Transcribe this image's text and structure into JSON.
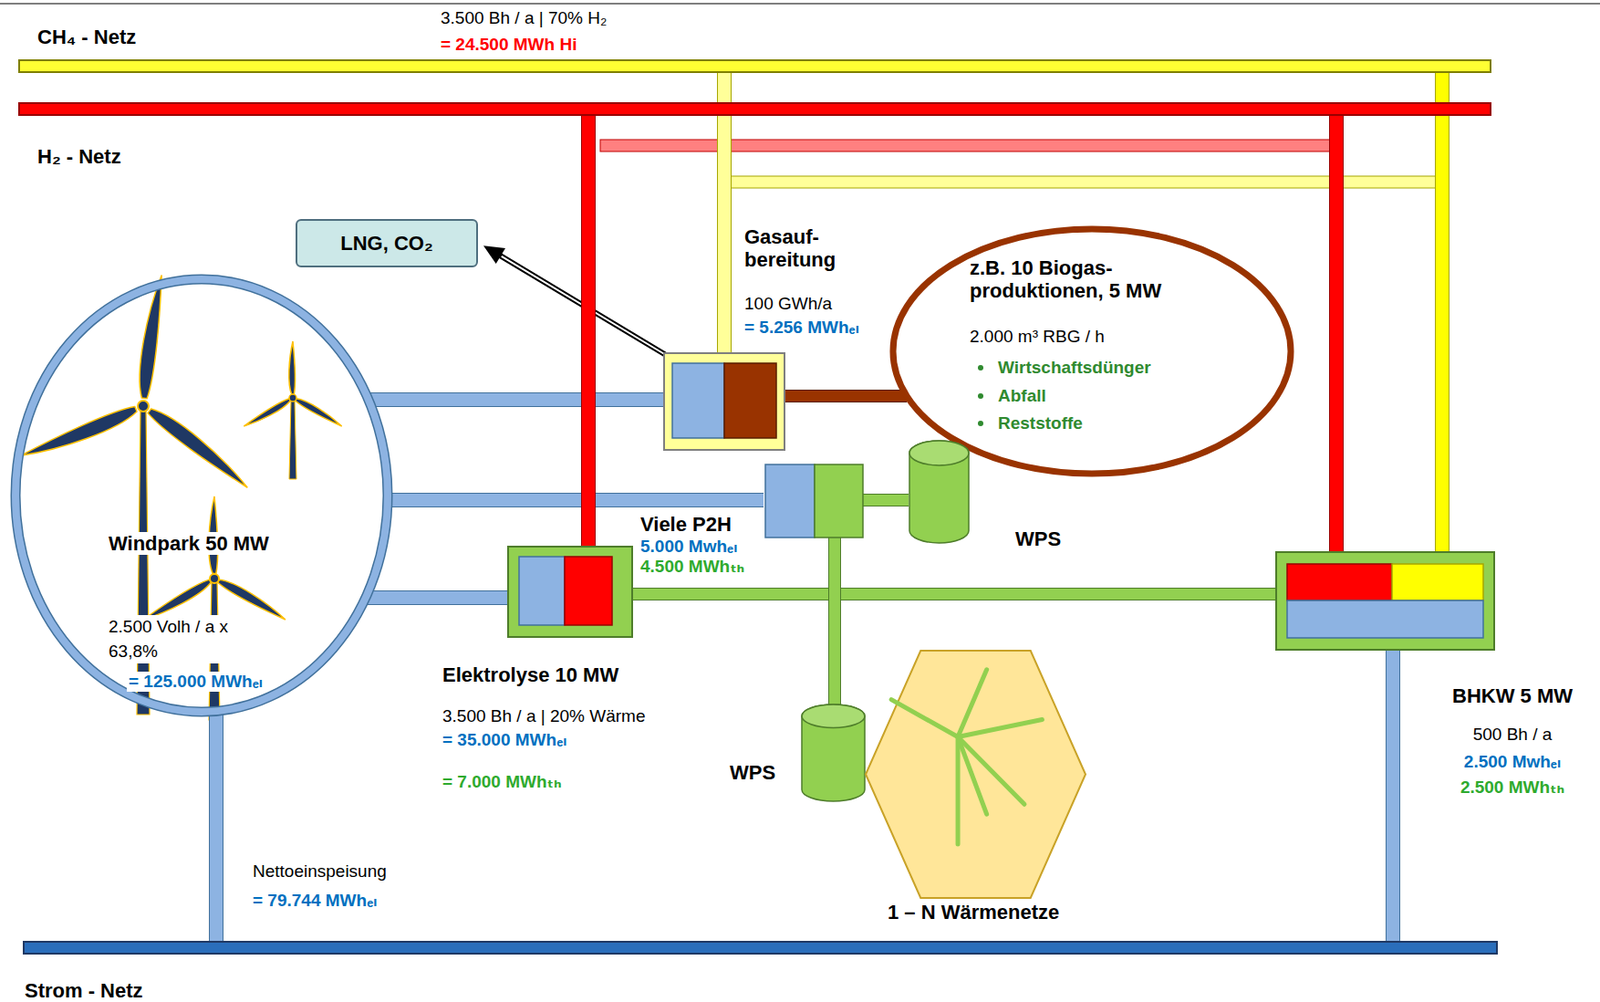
{
  "diagram": {
    "nodes": [
      {
        "text": [
          "CH₄ - Netz"
        ]
      },
      {
        "text": [
          "H₂ - Netz"
        ]
      },
      {
        "text": [
          "LNG, CO₂"
        ]
      },
      {
        "text": [
          "Gasauf- bereitung",
          "100 GWh/a",
          "= 5.256 MWhₑₗ"
        ]
      },
      {
        "text": [
          "z.B. 10 Biogas- produktionen, 5 MW",
          "2.000 m³ RBG / h",
          "Wirtschaftsdünger",
          "Abfall",
          "Reststoffe"
        ]
      },
      {
        "text": [
          "Windpark 50 MW",
          "2.500 Volh / a x 63,8%",
          "= 125.000 MWhₑₗ"
        ]
      },
      {
        "text": [
          "Viele P2H",
          "5.000 Mwhₑₗ",
          "4.500 MWhₜₕ"
        ]
      },
      {
        "text": [
          "WPS"
        ]
      },
      {
        "text": [
          "Elektrolyse 10 MW",
          "3.500 Bh / a | 20% Wärme",
          "= 35.000 MWhₑₗ",
          "= 7.000 MWhₜₕ"
        ]
      },
      {
        "text": [
          "BHKW 5 MW",
          "500 Bh / a",
          "2.500 Mwhₑₗ",
          "2.500 MWhₜₕ"
        ]
      },
      {
        "text": [
          "WPS"
        ]
      },
      {
        "text": [
          "1 – N Wärmenetze"
        ]
      },
      {
        "text": [
          "Strom - Netz"
        ]
      }
    ],
    "edges": [
      {
        "from": 3,
        "to": 0,
        "arrow": "none"
      },
      {
        "from": 3,
        "to": 2,
        "arrow": "to"
      },
      {
        "from": 4,
        "to": 3,
        "arrow": "none"
      },
      {
        "from": 5,
        "to": 3,
        "arrow": "none"
      },
      {
        "from": 5,
        "to": 6,
        "arrow": "none"
      },
      {
        "from": 6,
        "to": 7,
        "arrow": "none"
      },
      {
        "from": 5,
        "to": 8,
        "arrow": "none"
      },
      {
        "from": 8,
        "to": 1,
        "arrow": "none"
      },
      {
        "from": 8,
        "to": 9,
        "arrow": "none"
      },
      {
        "from": 6,
        "to": 10,
        "arrow": "none"
      },
      {
        "from": 9,
        "to": 1,
        "arrow": "none"
      },
      {
        "from": 9,
        "to": 0,
        "arrow": "none"
      },
      {
        "from": 9,
        "to": 12,
        "arrow": "none"
      },
      {
        "from": 5,
        "to": 12,
        "arrow": "none"
      }
    ],
    "labels": [
      "3.500 Bh / a | 70% H₂",
      "= 24.500 MWh Hi",
      "Nettoeinspeisung",
      "= 79.744 MWhₑₗ"
    ]
  }
}
